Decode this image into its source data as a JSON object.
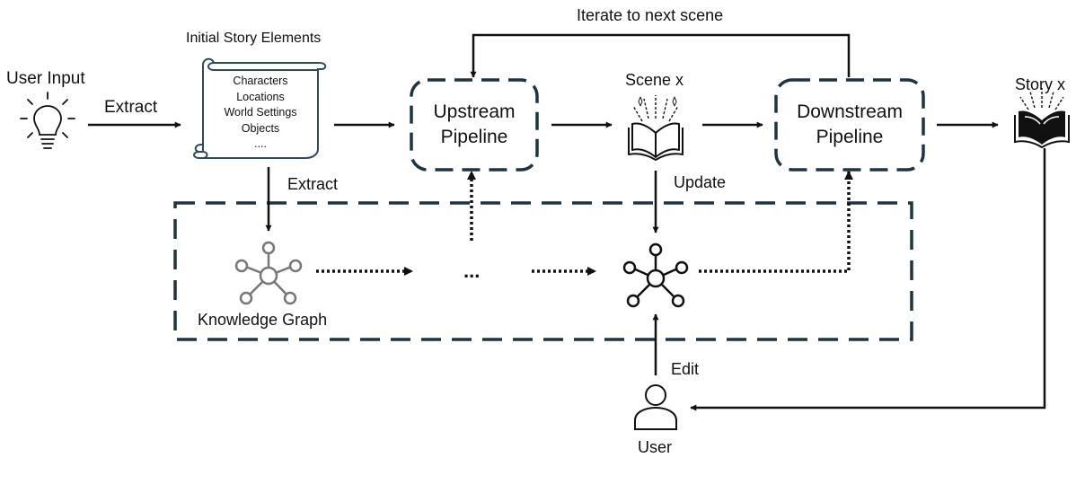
{
  "labels": {
    "user_input": "User Input",
    "extract_top": "Extract",
    "initial_story_elements": "Initial Story Elements",
    "extract_down": "Extract",
    "iterate": "Iterate to next scene",
    "scene": "Scene x",
    "story": "Story x",
    "update": "Update",
    "edit": "Edit",
    "user": "User",
    "knowledge_graph": "Knowledge Graph",
    "ellipsis": "..."
  },
  "scroll_items": [
    "Characters",
    "Locations",
    "World Settings",
    "Objects",
    "...."
  ],
  "pipelines": {
    "upstream": [
      "Upstream",
      "Pipeline"
    ],
    "downstream": [
      "Downstream",
      "Pipeline"
    ]
  },
  "colors": {
    "dashed_border": "#1e3441",
    "scroll_outline": "#2f4a58",
    "graph_gray": "#777777",
    "arrow": "#111111"
  }
}
